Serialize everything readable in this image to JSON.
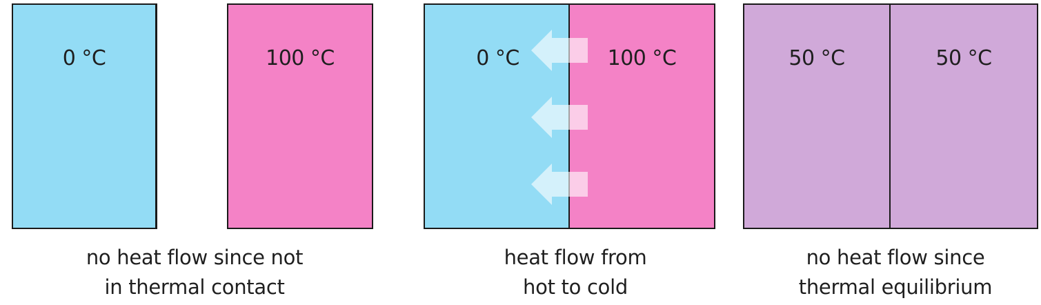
{
  "panel_1": {
    "left_block": {
      "temperature": "0 °C",
      "color": "#93dcf5"
    },
    "right_block": {
      "temperature": "100 °C",
      "color": "#f482c6"
    },
    "caption_line1": "no heat flow since not",
    "caption_line2": "in thermal contact"
  },
  "panel_2": {
    "left_block": {
      "temperature": "0 °C",
      "color": "#93dcf5"
    },
    "right_block": {
      "temperature": "100 °C",
      "color": "#f482c6"
    },
    "arrows": {
      "count": 3,
      "direction": "left",
      "icon": "heat-flow-arrow-icon",
      "color": "#ffffff"
    },
    "caption_line1": "heat flow from",
    "caption_line2": "hot to cold"
  },
  "panel_3": {
    "left_block": {
      "temperature": "50 °C",
      "color": "#d0a9d9"
    },
    "right_block": {
      "temperature": "50 °C",
      "color": "#d0a9d9"
    },
    "caption_line1": "no heat flow since",
    "caption_line2": "thermal equilibrium"
  }
}
